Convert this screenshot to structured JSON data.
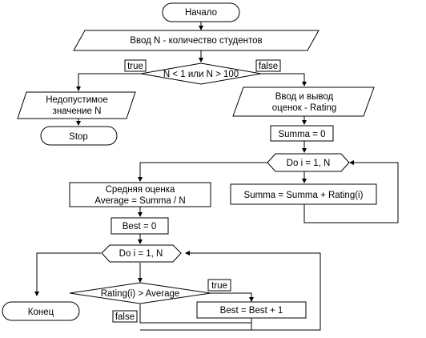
{
  "flowchart": {
    "start": "Начало",
    "input_n": "Ввод N - количество студентов",
    "check_n": "N < 1 или N > 100",
    "check_true": "true",
    "check_false": "false",
    "invalid_line1": "Недопустимое",
    "invalid_line2": "значение N",
    "stop": "Stop",
    "input_ratings_line1": "Ввод  и вывод",
    "input_ratings_line2": "оценок - Rating",
    "summa_init": "Summa = 0",
    "loop1": "Do i = 1, N",
    "summa_add": "Summa = Summa + Rating(i)",
    "average_line1": "Средняя оценка",
    "average_line2": "Average = Summa / N",
    "best_init": "Best = 0",
    "loop2": "Do i = 1, N",
    "compare": "Rating(i) > Average",
    "compare_true": "true",
    "compare_false": "false",
    "best_inc": "Best = Best + 1",
    "end": "Конец"
  }
}
